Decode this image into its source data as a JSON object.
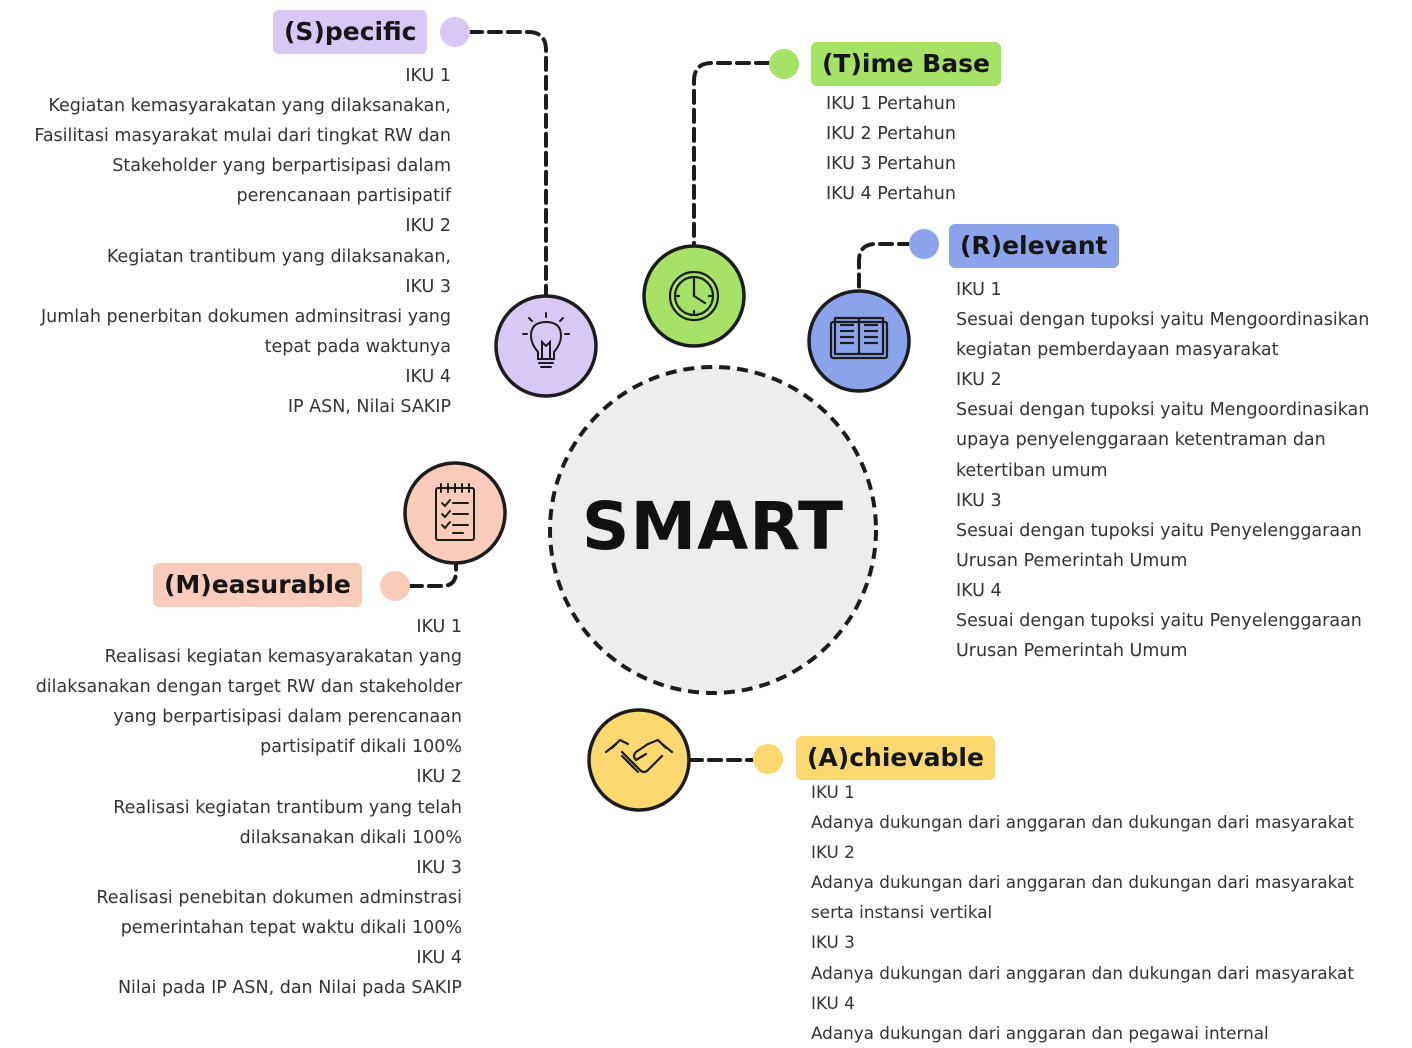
{
  "center": {
    "title": "SMART"
  },
  "colors": {
    "specific": "#d8c8f6",
    "time": "#a6e267",
    "relevant": "#8ba3ea",
    "measurable": "#f9cbbb",
    "achievable": "#fbd970",
    "line": "#1c1c1c"
  },
  "icons": {
    "specific": "lightbulb-icon",
    "time": "clock-icon",
    "relevant": "book-icon",
    "measurable": "checklist-icon",
    "achievable": "handshake-icon"
  },
  "specific": {
    "label": "(S)pecific",
    "lines": [
      "IKU 1",
      "Kegiatan kemasyarakatan yang dilaksanakan,",
      "Fasilitasi masyarakat mulai dari tingkat RW dan",
      "Stakeholder yang berpartisipasi dalam",
      "perencanaan partisipatif",
      "IKU 2",
      "Kegiatan trantibum yang dilaksanakan,",
      "IKU 3",
      "Jumlah penerbitan dokumen adminsitrasi yang",
      "tepat pada waktunya",
      "IKU 4",
      "IP ASN, Nilai SAKIP"
    ]
  },
  "time": {
    "label": "(T)ime Base",
    "lines": [
      "IKU 1 Pertahun",
      "IKU 2 Pertahun",
      "IKU 3 Pertahun",
      "IKU 4 Pertahun"
    ]
  },
  "relevant": {
    "label": "(R)elevant",
    "lines": [
      "IKU 1",
      "Sesuai dengan tupoksi yaitu Mengoordinasikan",
      "kegiatan pemberdayaan masyarakat",
      "IKU 2",
      "Sesuai dengan tupoksi yaitu Mengoordinasikan",
      "upaya penyelenggaraan ketentraman dan",
      "ketertiban umum",
      "IKU 3",
      "Sesuai dengan tupoksi yaitu Penyelenggaraan",
      "Urusan Pemerintah Umum",
      "IKU 4",
      "Sesuai dengan tupoksi yaitu Penyelenggaraan",
      "Urusan Pemerintah Umum"
    ]
  },
  "measurable": {
    "label": "(M)easurable",
    "lines": [
      "IKU 1",
      "Realisasi kegiatan kemasyarakatan yang",
      "dilaksanakan dengan target RW dan stakeholder",
      "yang berpartisipasi dalam perencanaan",
      "partisipatif dikali 100%",
      "IKU 2",
      "Realisasi kegiatan trantibum yang telah",
      "dilaksanakan dikali 100%",
      "IKU 3",
      "Realisasi penebitan dokumen adminstrasi",
      "pemerintahan tepat waktu dikali 100%",
      "IKU 4",
      "Nilai pada IP ASN, dan Nilai pada SAKIP"
    ]
  },
  "achievable": {
    "label": "(A)chievable",
    "lines": [
      "IKU 1",
      "Adanya dukungan dari anggaran dan dukungan dari masyarakat",
      "IKU 2",
      "Adanya dukungan dari anggaran dan dukungan dari masyarakat",
      "serta instansi vertikal",
      "IKU 3",
      "Adanya dukungan dari anggaran dan dukungan dari masyarakat",
      "IKU 4",
      "Adanya dukungan dari anggaran dan pegawai internal"
    ]
  }
}
